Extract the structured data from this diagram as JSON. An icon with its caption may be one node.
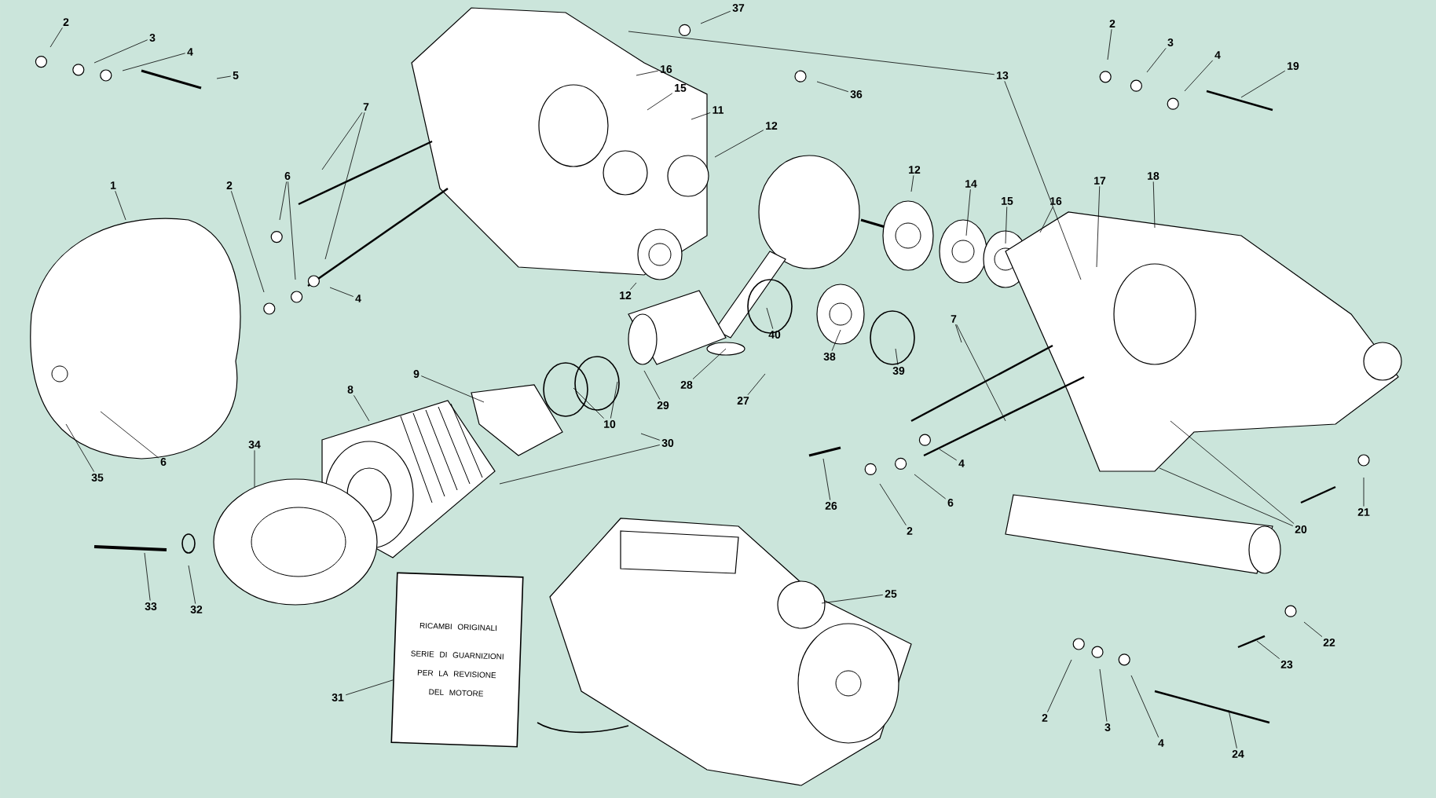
{
  "diagram": {
    "nodes": [
      {
        "text": [
          "2"
        ]
      },
      {
        "text": [
          "3"
        ]
      },
      {
        "text": [
          "4"
        ]
      },
      {
        "text": [
          "5"
        ]
      },
      {
        "text": [
          "7"
        ]
      },
      {
        "text": [
          "1"
        ]
      },
      {
        "text": [
          "2"
        ]
      },
      {
        "text": [
          "6"
        ]
      },
      {
        "text": [
          "4"
        ]
      },
      {
        "text": [
          "8"
        ]
      },
      {
        "text": [
          "9"
        ]
      },
      {
        "text": [
          "10"
        ]
      },
      {
        "text": [
          "29"
        ]
      },
      {
        "text": [
          "30"
        ]
      },
      {
        "text": [
          "28"
        ]
      },
      {
        "text": [
          "27"
        ]
      },
      {
        "text": [
          "12"
        ]
      },
      {
        "text": [
          "35"
        ]
      },
      {
        "text": [
          "6"
        ]
      },
      {
        "text": [
          "34"
        ]
      },
      {
        "text": [
          "33"
        ]
      },
      {
        "text": [
          "32"
        ]
      },
      {
        "text": [
          "31"
        ]
      },
      {
        "text": [
          "26"
        ]
      },
      {
        "text": [
          "2"
        ]
      },
      {
        "text": [
          "6"
        ]
      },
      {
        "text": [
          "4"
        ]
      },
      {
        "text": [
          "25"
        ]
      },
      {
        "text": [
          "2"
        ]
      },
      {
        "text": [
          "3"
        ]
      },
      {
        "text": [
          "4"
        ]
      },
      {
        "text": [
          "24"
        ]
      },
      {
        "text": [
          "23"
        ]
      },
      {
        "text": [
          "22"
        ]
      },
      {
        "text": [
          "21"
        ]
      },
      {
        "text": [
          "20"
        ]
      },
      {
        "text": [
          "37"
        ]
      },
      {
        "text": [
          "16"
        ]
      },
      {
        "text": [
          "15"
        ]
      },
      {
        "text": [
          "11"
        ]
      },
      {
        "text": [
          "12"
        ]
      },
      {
        "text": [
          "36"
        ]
      },
      {
        "text": [
          "13"
        ]
      },
      {
        "text": [
          "2"
        ]
      },
      {
        "text": [
          "3"
        ]
      },
      {
        "text": [
          "4"
        ]
      },
      {
        "text": [
          "19"
        ]
      },
      {
        "text": [
          "12"
        ]
      },
      {
        "text": [
          "14"
        ]
      },
      {
        "text": [
          "15"
        ]
      },
      {
        "text": [
          "16"
        ]
      },
      {
        "text": [
          "17"
        ]
      },
      {
        "text": [
          "18"
        ]
      },
      {
        "text": [
          "40"
        ]
      },
      {
        "text": [
          "38"
        ]
      },
      {
        "text": [
          "39"
        ]
      },
      {
        "text": [
          "7"
        ]
      },
      {
        "text": [
          "RICAMBI ORIGINALI",
          "SERIE DI GUARNIZIONI PER LA REVISIONE DEL MOTORE"
        ]
      }
    ],
    "edges": [
      {
        "from": 0,
        "to": null,
        "arrow": "none"
      },
      {
        "from": 1,
        "to": null,
        "arrow": "none"
      },
      {
        "from": 2,
        "to": null,
        "arrow": "none"
      },
      {
        "from": 3,
        "to": null,
        "arrow": "none"
      },
      {
        "from": 4,
        "to": null,
        "arrow": "none"
      },
      {
        "from": 5,
        "to": null,
        "arrow": "none"
      },
      {
        "from": 6,
        "to": null,
        "arrow": "none"
      },
      {
        "from": 7,
        "to": null,
        "arrow": "none"
      },
      {
        "from": 8,
        "to": null,
        "arrow": "none"
      },
      {
        "from": 9,
        "to": null,
        "arrow": "none"
      },
      {
        "from": 10,
        "to": null,
        "arrow": "none"
      },
      {
        "from": 11,
        "to": null,
        "arrow": "none"
      },
      {
        "from": 12,
        "to": null,
        "arrow": "none"
      },
      {
        "from": 13,
        "to": null,
        "arrow": "none"
      },
      {
        "from": 14,
        "to": null,
        "arrow": "none"
      },
      {
        "from": 15,
        "to": null,
        "arrow": "none"
      },
      {
        "from": 16,
        "to": null,
        "arrow": "none"
      },
      {
        "from": 17,
        "to": null,
        "arrow": "none"
      },
      {
        "from": 18,
        "to": null,
        "arrow": "none"
      },
      {
        "from": 19,
        "to": null,
        "arrow": "none"
      },
      {
        "from": 20,
        "to": null,
        "arrow": "none"
      },
      {
        "from": 21,
        "to": null,
        "arrow": "none"
      },
      {
        "from": 22,
        "to": 57,
        "arrow": "none"
      },
      {
        "from": 23,
        "to": null,
        "arrow": "none"
      },
      {
        "from": 24,
        "to": null,
        "arrow": "none"
      },
      {
        "from": 25,
        "to": null,
        "arrow": "none"
      },
      {
        "from": 26,
        "to": null,
        "arrow": "none"
      },
      {
        "from": 27,
        "to": null,
        "arrow": "none"
      },
      {
        "from": 28,
        "to": null,
        "arrow": "none"
      },
      {
        "from": 29,
        "to": null,
        "arrow": "none"
      },
      {
        "from": 30,
        "to": null,
        "arrow": "none"
      },
      {
        "from": 31,
        "to": null,
        "arrow": "none"
      },
      {
        "from": 32,
        "to": null,
        "arrow": "none"
      },
      {
        "from": 33,
        "to": null,
        "arrow": "none"
      },
      {
        "from": 34,
        "to": null,
        "arrow": "none"
      },
      {
        "from": 35,
        "to": null,
        "arrow": "none"
      },
      {
        "from": 36,
        "to": null,
        "arrow": "none"
      },
      {
        "from": 37,
        "to": null,
        "arrow": "none"
      },
      {
        "from": 38,
        "to": null,
        "arrow": "none"
      },
      {
        "from": 39,
        "to": null,
        "arrow": "none"
      },
      {
        "from": 40,
        "to": null,
        "arrow": "none"
      },
      {
        "from": 41,
        "to": null,
        "arrow": "none"
      },
      {
        "from": 42,
        "to": null,
        "arrow": "none"
      },
      {
        "from": 43,
        "to": null,
        "arrow": "none"
      },
      {
        "from": 44,
        "to": null,
        "arrow": "none"
      },
      {
        "from": 45,
        "to": null,
        "arrow": "none"
      },
      {
        "from": 46,
        "to": null,
        "arrow": "none"
      },
      {
        "from": 47,
        "to": null,
        "arrow": "none"
      },
      {
        "from": 48,
        "to": null,
        "arrow": "none"
      },
      {
        "from": 49,
        "to": null,
        "arrow": "none"
      },
      {
        "from": 50,
        "to": null,
        "arrow": "none"
      },
      {
        "from": 51,
        "to": null,
        "arrow": "none"
      },
      {
        "from": 52,
        "to": null,
        "arrow": "none"
      },
      {
        "from": 53,
        "to": null,
        "arrow": "none"
      },
      {
        "from": 54,
        "to": null,
        "arrow": "none"
      },
      {
        "from": 55,
        "to": null,
        "arrow": "none"
      },
      {
        "from": 56,
        "to": null,
        "arrow": "none"
      }
    ]
  }
}
